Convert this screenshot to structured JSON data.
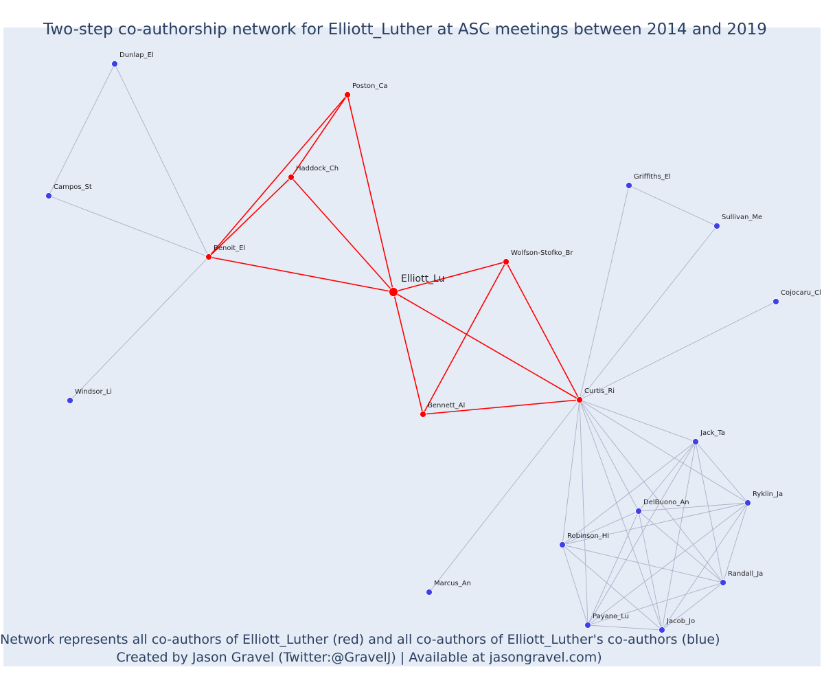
{
  "title": "Two-step co-authorship network for Elliott_Luther at ASC meetings between 2014 and 2019",
  "footer": {
    "line1": "Network represents all co-authors of Elliott_Luther (red) and all co-authors of Elliott_Luther's co-authors (blue)",
    "line2": "Created by Jason Gravel (Twitter:@GravelJ) | Available at jasongravel.com)"
  },
  "colors": {
    "background": "#e5ecf6",
    "text": "#2a3f5f",
    "first_step": "#ff0000",
    "second_step": "#4040e8",
    "first_step_edge": "#ff0000",
    "second_step_edge": "#aab0c8"
  },
  "chart_data": {
    "type": "network",
    "focal_node": "Elliott_Lu",
    "nodes": [
      {
        "id": "Elliott_Lu",
        "group": "focal"
      },
      {
        "id": "Poston_Ca",
        "group": "coauthor"
      },
      {
        "id": "Haddock_Ch",
        "group": "coauthor"
      },
      {
        "id": "Benoit_El",
        "group": "coauthor"
      },
      {
        "id": "Wolfson-Stofko_Br",
        "group": "coauthor"
      },
      {
        "id": "Bennett_Al",
        "group": "coauthor"
      },
      {
        "id": "Curtis_Ri",
        "group": "coauthor"
      },
      {
        "id": "Dunlap_El",
        "group": "second"
      },
      {
        "id": "Campos_St",
        "group": "second"
      },
      {
        "id": "Windsor_Li",
        "group": "second"
      },
      {
        "id": "Griffiths_El",
        "group": "second"
      },
      {
        "id": "Sullivan_Me",
        "group": "second"
      },
      {
        "id": "Cojocaru_Cl",
        "group": "second"
      },
      {
        "id": "Jack_Ta",
        "group": "second"
      },
      {
        "id": "Ryklin_Ja",
        "group": "second"
      },
      {
        "id": "DelBuono_An",
        "group": "second"
      },
      {
        "id": "Robinson_Hi",
        "group": "second"
      },
      {
        "id": "Randall_Ja",
        "group": "second"
      },
      {
        "id": "Marcus_An",
        "group": "second"
      },
      {
        "id": "Payano_Lu",
        "group": "second"
      },
      {
        "id": "Jacob_Jo",
        "group": "second"
      }
    ],
    "edges": [
      [
        "Elliott_Lu",
        "Poston_Ca",
        "first"
      ],
      [
        "Elliott_Lu",
        "Haddock_Ch",
        "first"
      ],
      [
        "Elliott_Lu",
        "Benoit_El",
        "first"
      ],
      [
        "Elliott_Lu",
        "Wolfson-Stofko_Br",
        "first"
      ],
      [
        "Elliott_Lu",
        "Bennett_Al",
        "first"
      ],
      [
        "Elliott_Lu",
        "Curtis_Ri",
        "first"
      ],
      [
        "Poston_Ca",
        "Haddock_Ch",
        "first"
      ],
      [
        "Poston_Ca",
        "Benoit_El",
        "first"
      ],
      [
        "Haddock_Ch",
        "Benoit_El",
        "first"
      ],
      [
        "Wolfson-Stofko_Br",
        "Bennett_Al",
        "first"
      ],
      [
        "Wolfson-Stofko_Br",
        "Curtis_Ri",
        "first"
      ],
      [
        "Bennett_Al",
        "Curtis_Ri",
        "first"
      ],
      [
        "Dunlap_El",
        "Campos_St",
        "second"
      ],
      [
        "Dunlap_El",
        "Benoit_El",
        "second"
      ],
      [
        "Campos_St",
        "Benoit_El",
        "second"
      ],
      [
        "Benoit_El",
        "Windsor_Li",
        "second"
      ],
      [
        "Griffiths_El",
        "Sullivan_Me",
        "second"
      ],
      [
        "Griffiths_El",
        "Curtis_Ri",
        "second"
      ],
      [
        "Sullivan_Me",
        "Curtis_Ri",
        "second"
      ],
      [
        "Cojocaru_Cl",
        "Curtis_Ri",
        "second"
      ],
      [
        "Curtis_Ri",
        "Marcus_An",
        "second"
      ],
      [
        "Curtis_Ri",
        "Jack_Ta",
        "second"
      ],
      [
        "Curtis_Ri",
        "Ryklin_Ja",
        "second"
      ],
      [
        "Curtis_Ri",
        "DelBuono_An",
        "second"
      ],
      [
        "Curtis_Ri",
        "Robinson_Hi",
        "second"
      ],
      [
        "Curtis_Ri",
        "Randall_Ja",
        "second"
      ],
      [
        "Curtis_Ri",
        "Payano_Lu",
        "second"
      ],
      [
        "Curtis_Ri",
        "Jacob_Jo",
        "second"
      ],
      [
        "Jack_Ta",
        "Ryklin_Ja",
        "second"
      ],
      [
        "Jack_Ta",
        "DelBuono_An",
        "second"
      ],
      [
        "Jack_Ta",
        "Robinson_Hi",
        "second"
      ],
      [
        "Jack_Ta",
        "Randall_Ja",
        "second"
      ],
      [
        "Jack_Ta",
        "Payano_Lu",
        "second"
      ],
      [
        "Jack_Ta",
        "Jacob_Jo",
        "second"
      ],
      [
        "Ryklin_Ja",
        "DelBuono_An",
        "second"
      ],
      [
        "Ryklin_Ja",
        "Robinson_Hi",
        "second"
      ],
      [
        "Ryklin_Ja",
        "Randall_Ja",
        "second"
      ],
      [
        "Ryklin_Ja",
        "Payano_Lu",
        "second"
      ],
      [
        "Ryklin_Ja",
        "Jacob_Jo",
        "second"
      ],
      [
        "DelBuono_An",
        "Robinson_Hi",
        "second"
      ],
      [
        "DelBuono_An",
        "Randall_Ja",
        "second"
      ],
      [
        "DelBuono_An",
        "Payano_Lu",
        "second"
      ],
      [
        "DelBuono_An",
        "Jacob_Jo",
        "second"
      ],
      [
        "Robinson_Hi",
        "Randall_Ja",
        "second"
      ],
      [
        "Robinson_Hi",
        "Payano_Lu",
        "second"
      ],
      [
        "Robinson_Hi",
        "Jacob_Jo",
        "second"
      ],
      [
        "Randall_Ja",
        "Payano_Lu",
        "second"
      ],
      [
        "Randall_Ja",
        "Jacob_Jo",
        "second"
      ],
      [
        "Payano_Lu",
        "Jacob_Jo",
        "second"
      ]
    ]
  }
}
